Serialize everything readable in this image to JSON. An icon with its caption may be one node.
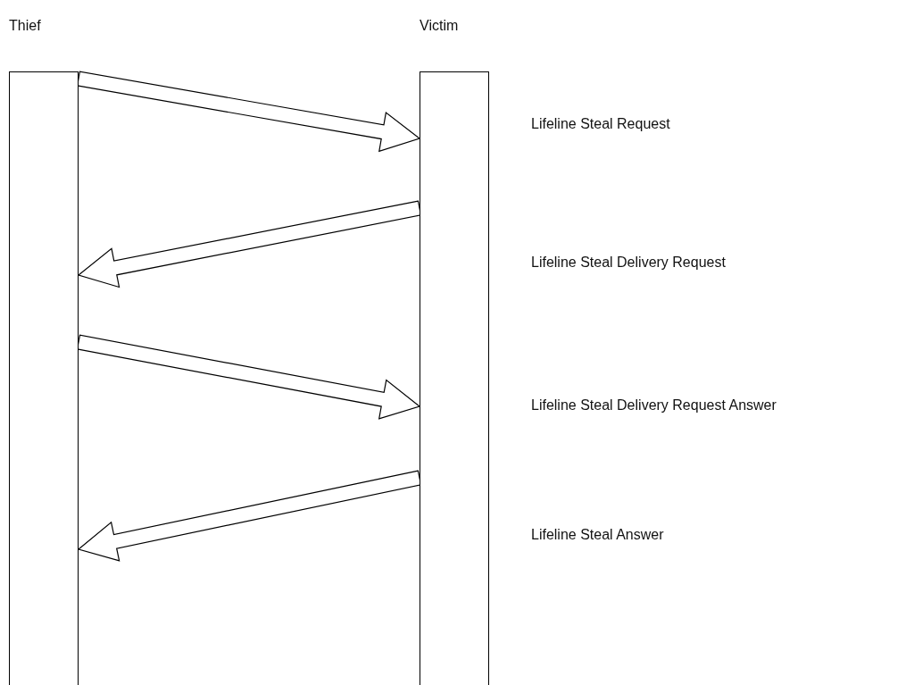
{
  "diagram": {
    "nodes": [
      {
        "text": [
          "Thief"
        ]
      },
      {
        "text": [
          "Victim"
        ]
      }
    ],
    "edges": [
      {
        "from": 0,
        "to": 1,
        "arrow": "to"
      },
      {
        "from": 1,
        "to": 0,
        "arrow": "to"
      },
      {
        "from": 0,
        "to": 1,
        "arrow": "to"
      },
      {
        "from": 1,
        "to": 0,
        "arrow": "to"
      }
    ],
    "labels": [
      "Lifeline Steal Request",
      "Lifeline Steal Delivery Request",
      "Lifeline Steal Delivery Request Answer",
      "Lifeline Steal Answer"
    ]
  }
}
